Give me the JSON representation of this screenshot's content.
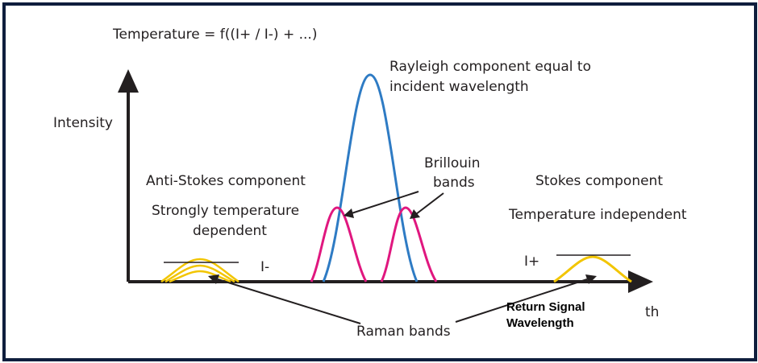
{
  "formula": "Temperature = f((I+ / I-) + ...)",
  "axis": {
    "y_label": "Intensity",
    "x_label": "th"
  },
  "labels": {
    "rayleigh_line1": "Rayleigh component equal to",
    "rayleigh_line2": "incident wavelength",
    "brillouin_line1": "Brillouin",
    "brillouin_line2": "bands",
    "anti_stokes_title": "Anti-Stokes component",
    "anti_stokes_desc1": "Strongly temperature",
    "anti_stokes_desc2": "dependent",
    "stokes_title": "Stokes component",
    "stokes_desc": "Temperature independent",
    "i_minus": "I-",
    "i_plus": "I+",
    "raman": "Raman bands",
    "return_line1": "Return Signal",
    "return_line2": "Wavelength"
  },
  "colors": {
    "frame": "#0f1e3d",
    "axis": "#231f20",
    "rayleigh": "#2e7bc4",
    "brillouin": "#e0177f",
    "raman": "#f2c500"
  }
}
